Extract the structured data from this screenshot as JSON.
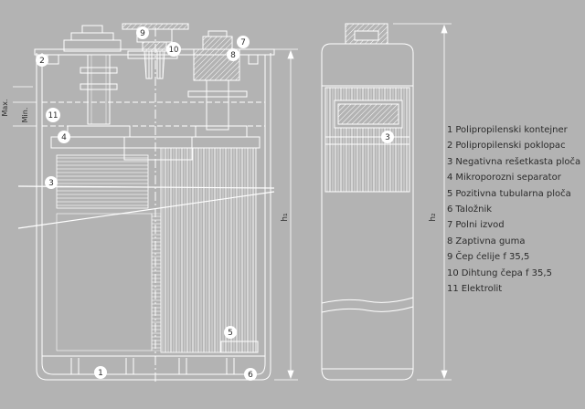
{
  "dimensions": {
    "max": "Max.",
    "min": "Min.",
    "h1": "h₁",
    "h2": "h₂"
  },
  "callouts": [
    {
      "number": "1"
    },
    {
      "number": "2"
    },
    {
      "number": "3"
    },
    {
      "number": "3"
    },
    {
      "number": "4"
    },
    {
      "number": "5"
    },
    {
      "number": "6"
    },
    {
      "number": "7"
    },
    {
      "number": "8"
    },
    {
      "number": "9"
    },
    {
      "number": "10"
    },
    {
      "number": "11"
    }
  ],
  "legend": [
    {
      "number": "1",
      "label": "Polipropilenski kontejner"
    },
    {
      "number": "2",
      "label": "Polipropilenski poklopac"
    },
    {
      "number": "3",
      "label": "Negativna rešetkasta ploča"
    },
    {
      "number": "4",
      "label": "Mikroporozni separator"
    },
    {
      "number": "5",
      "label": "Pozitivna tubularna ploča"
    },
    {
      "number": "6",
      "label": "Taložnik"
    },
    {
      "number": "7",
      "label": "Polni izvod"
    },
    {
      "number": "8",
      "label": "Zaptivna guma"
    },
    {
      "number": "9",
      "label": "Čep ćelije f 35,5"
    },
    {
      "number": "10",
      "label": "Dihtung čepa f 35,5"
    },
    {
      "number": "11",
      "label": "Elektrolit"
    }
  ],
  "colors": {
    "background": "#b3b3b3",
    "line": "#ffffff",
    "text": "#2b2b2b",
    "dark": "#404040"
  }
}
